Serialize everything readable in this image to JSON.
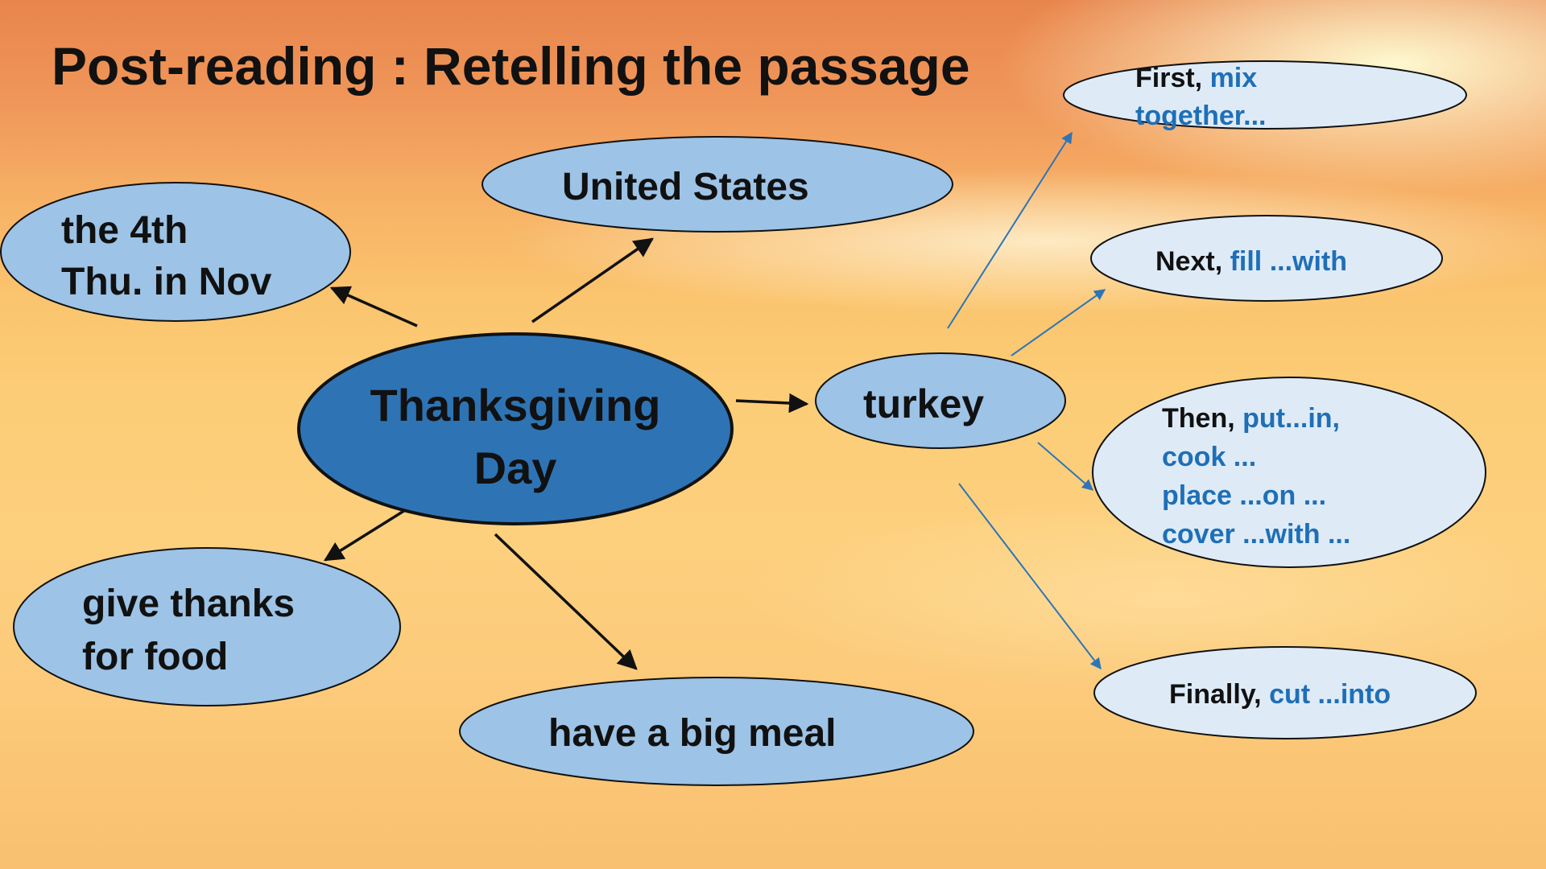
{
  "title": "Post-reading : Retelling the passage",
  "colors": {
    "center_fill": "#2e74b5",
    "node_fill": "#9dc3e6",
    "step_fill": "#deebf7",
    "step_highlight": "#1f6fb7",
    "outline": "#000000"
  },
  "center": {
    "line1": "Thanksgiving",
    "line2": "Day"
  },
  "nodes": {
    "date": {
      "line1": "the 4th",
      "line2": "Thu. in Nov"
    },
    "country": "United States",
    "food": "turkey",
    "thanks": {
      "line1": "give thanks",
      "line2": "for food"
    },
    "meal": "have a big meal"
  },
  "steps": {
    "first": {
      "prefix": "First,",
      "line1": "mix",
      "line2": "together..."
    },
    "next": {
      "prefix": "Next,",
      "text": "fill ...with"
    },
    "then": {
      "prefix": "Then,",
      "line1": "put...in,",
      "line2": "cook ...",
      "line3": "place ...on ...",
      "line4": "cover ...with ..."
    },
    "finally": {
      "prefix": "Finally,",
      "text": "cut ...into"
    }
  }
}
